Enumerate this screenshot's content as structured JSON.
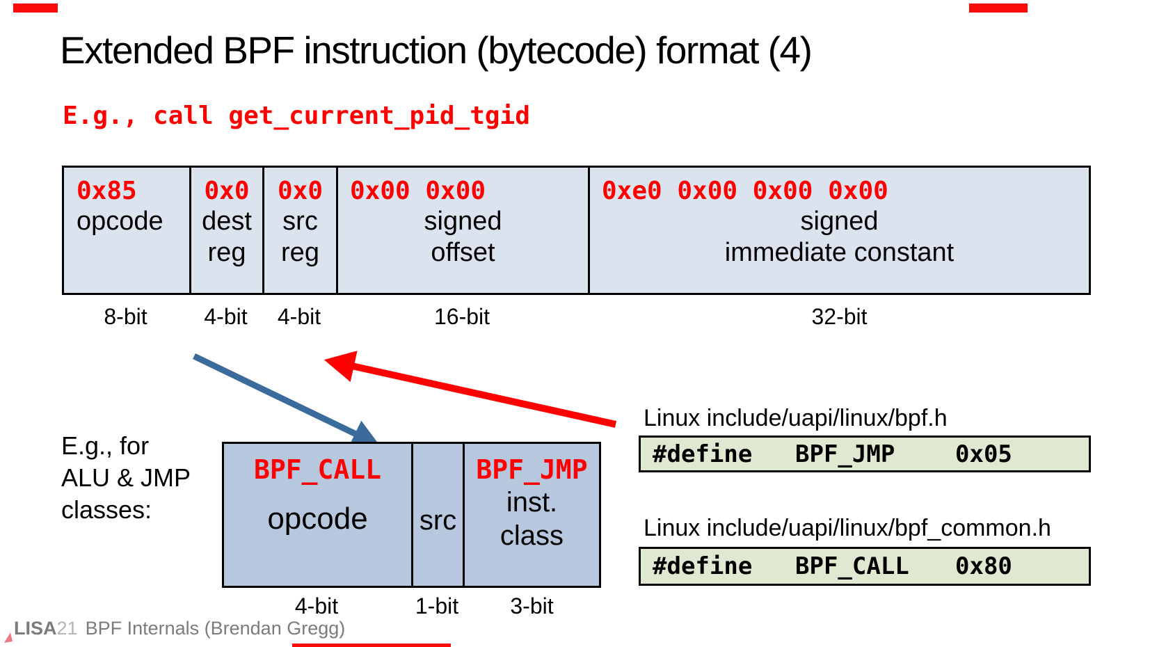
{
  "slide": {
    "title": "Extended BPF instruction (bytecode) format (4)",
    "example_line": "E.g., call get_current_pid_tgid"
  },
  "instruction_table": {
    "cells": [
      {
        "hex": "0x85",
        "lines": [
          "opcode"
        ],
        "bits": "8-bit"
      },
      {
        "hex": "0x0",
        "lines": [
          "dest",
          "reg"
        ],
        "bits": "4-bit"
      },
      {
        "hex": "0x0",
        "lines": [
          "src",
          "reg"
        ],
        "bits": "4-bit"
      },
      {
        "hex": "0x00 0x00",
        "lines": [
          "signed",
          "offset"
        ],
        "bits": "16-bit"
      },
      {
        "hex": "0xe0 0x00 0x00 0x00",
        "lines": [
          "signed",
          "immediate constant"
        ],
        "bits": "32-bit"
      }
    ]
  },
  "note": {
    "lines": [
      "E.g., for",
      "ALU & JMP",
      "classes:"
    ]
  },
  "opcode_table": {
    "cells": [
      {
        "hex": "BPF_CALL",
        "lines": [
          "opcode"
        ],
        "bits": "4-bit"
      },
      {
        "hex": "",
        "lines": [
          "src"
        ],
        "bits": "1-bit"
      },
      {
        "hex": "BPF_JMP",
        "lines": [
          "inst.",
          "class"
        ],
        "bits": "3-bit"
      }
    ]
  },
  "defines": [
    {
      "heading": "Linux include/uapi/linux/bpf.h",
      "directive": "#define",
      "name": "BPF_JMP",
      "value": "0x05"
    },
    {
      "heading": "Linux include/uapi/linux/bpf_common.h",
      "directive": "#define",
      "name": "BPF_CALL",
      "value": "0x80"
    }
  ],
  "footer": {
    "brand": "LISA",
    "year": "21",
    "text": "BPF Internals (Brendan Gregg)"
  },
  "colors": {
    "accent_red": "#ff0000",
    "instruction_table_fill": "#dbe3ef",
    "opcode_table_fill": "#b6c7de",
    "define_box_fill": "#dfe8d0",
    "arrow_blue": "#3a6b9c",
    "footer_gray": "#7b7b7b"
  }
}
